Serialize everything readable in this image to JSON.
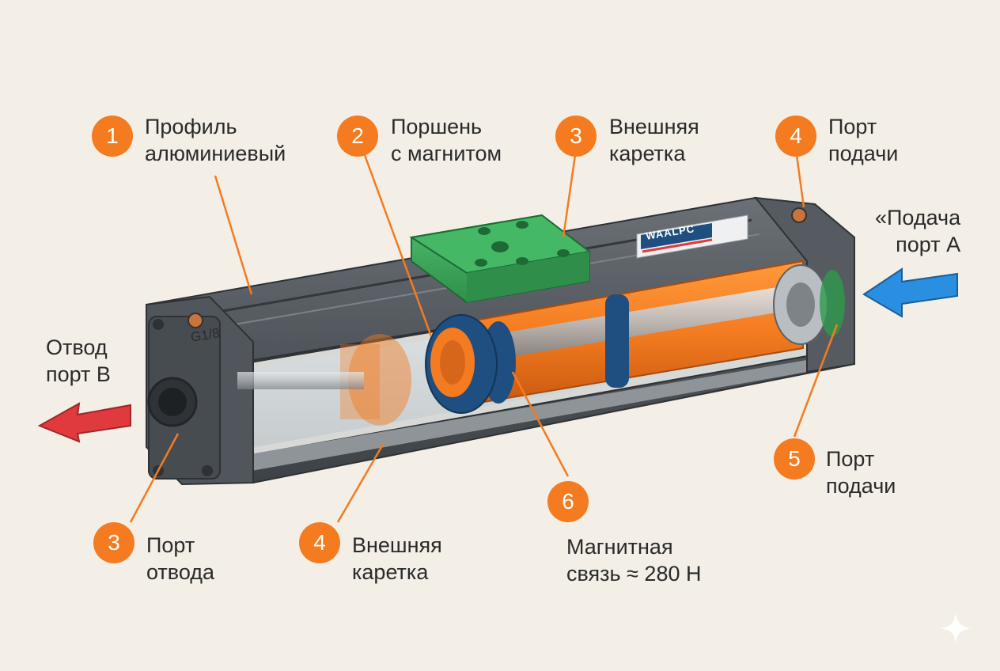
{
  "colors": {
    "background": "#f3efe6",
    "badge": "#f47b20",
    "housing": "#4c5257",
    "carriage": "#3aa85a",
    "piston": "#f47b20",
    "seal": "#1f4f80",
    "exhaust_arrow": "#e03a3e",
    "supply_arrow": "#2a8fe0",
    "leader": "#f47b20"
  },
  "callouts": [
    {
      "number": "1",
      "line1": "Профиль",
      "line2": "алюминиевый"
    },
    {
      "number": "2",
      "line1": "Поршень",
      "line2": "с магнитом"
    },
    {
      "number": "3",
      "line1": "Внешняя",
      "line2": "каретка"
    },
    {
      "number": "4",
      "line1": "Порт",
      "line2": "подачи"
    },
    {
      "number": "5",
      "line1": "Порт",
      "line2": "подачи"
    },
    {
      "number": "3",
      "line1": "Порт",
      "line2": "отвода"
    },
    {
      "number": "4",
      "line1": "Внешняя",
      "line2": "каретка"
    },
    {
      "number": "6",
      "line1": "Магнитная",
      "line2": "связь ≈ 280 Н"
    }
  ],
  "flows": {
    "exhaust": {
      "line1": "Отвод",
      "line2": "порт В",
      "icon": "red-arrow-left-icon"
    },
    "supply": {
      "line1": "«Подача",
      "line2": "порт А",
      "icon": "blue-arrow-left-icon"
    }
  },
  "markings": {
    "thread": "G1/8",
    "brand": "WAALPC"
  },
  "icons": {
    "corner": "sparkle-icon"
  }
}
